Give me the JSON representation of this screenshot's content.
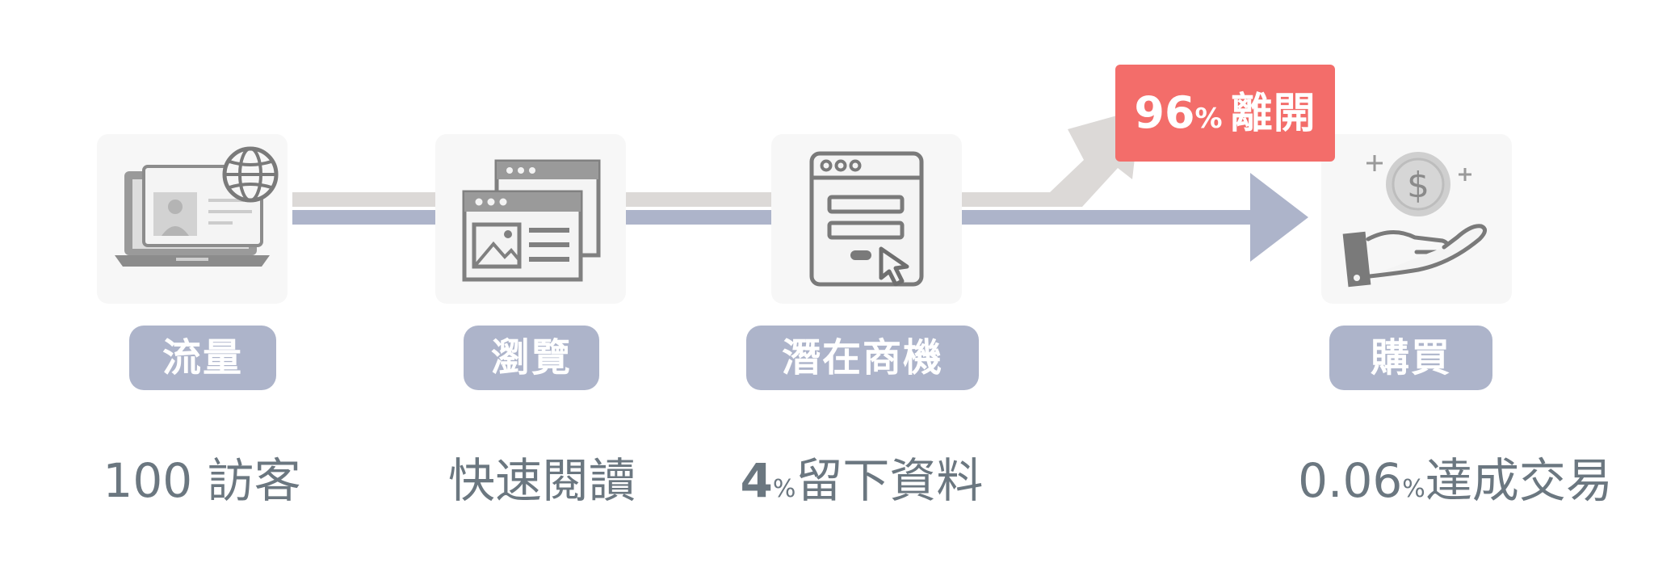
{
  "colors": {
    "flow_arrow": "#adb4ca",
    "leave_arrow": "#dcd9d7",
    "leave_box": "#f36d6a",
    "badge": "#adb4ca",
    "caption_text": "#6b7780",
    "tile_bg": "#f7f7f7",
    "icon_gray": "#808080"
  },
  "stages": [
    {
      "badge": "流量",
      "caption": "100 訪客",
      "icon": "laptop-globe-icon"
    },
    {
      "badge": "瀏覽",
      "caption": "快速閱讀",
      "icon": "browser-windows-icon"
    },
    {
      "badge": "潛在商機",
      "caption_value": "4",
      "caption_unit": "%",
      "caption_text": "留下資料",
      "icon": "form-cursor-icon"
    },
    {
      "badge": "購買",
      "caption_value": "0.06",
      "caption_unit": "%",
      "caption_text": "達成交易",
      "icon": "hand-coin-icon"
    }
  ],
  "leave": {
    "value": "96",
    "unit": "%",
    "label": "離開"
  }
}
